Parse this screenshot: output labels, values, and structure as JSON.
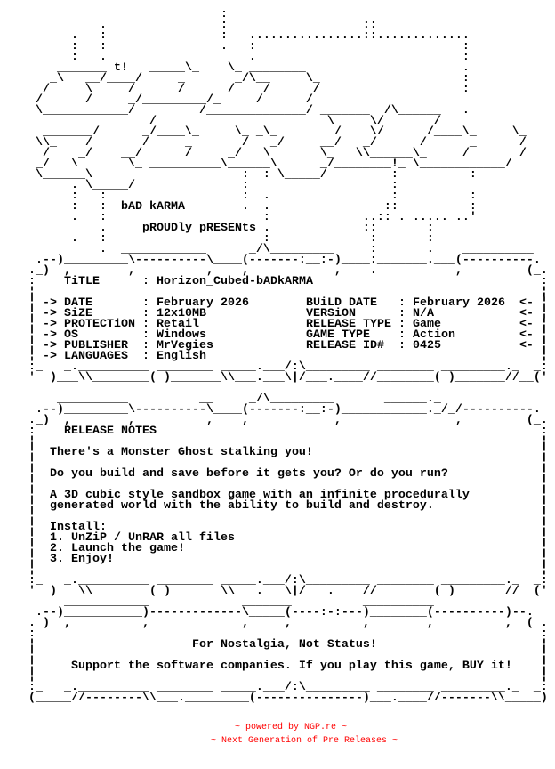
{
  "logo": {
    "art": [
      "                               :",
      "              .                :                   ::",
      "          .   :                :   ................::.............",
      "          :   :                .   :                             :",
      "          :   .          ________  .                             :",
      "        _______ t!   _____\\_    \\_ ________                      .",
      "       _\\   __/____/     _       _/\\__     \\_                    :",
      "      /     \\_    /      /      /    /      /                    :",
      "     /      /     _/_________/_     /      /",
      "     \\____________/         /______________/ _______  /\\______   .",
      "              _______/_   _______    _________\\ _   \\/       /   _______",
      "      _______/      _/____\\_     \\_ _\\_        /    \\/      /____\\_     \\_",
      "     \\\\_    /       /     _       /   _/     __/   _/      /      _      /",
      "      /    _/    __/      /     _/   \\       \\_   \\\\______\\_     /       /",
      "     _/   \\       \\_ __________\\______\\      _/________!_ \\____________/",
      "     \\______\\                     :  : \\_____/         :          :",
      "          . \\_____/               :                    :",
      "          :   :                   :  .                 :          :",
      "          :   :                   .  .                ::          :",
      "          .   :                      :             ..:: . ..... ..'",
      "              .                      .             ::       :",
      "          .   :                      :              :       :",
      "              .  ____________      _/\\_________     :       .    __________"
    ],
    "group": "bAD kARMA",
    "presents": "pROUDly pRESENts"
  },
  "frames": {
    "info": {
      "top": [
        "     .--)_________\\----------\\____(-------:__:-)____:_______.___(----------.",
        "    ._)  ,        ,          ,    ,            ,    .           ,         (_."
      ],
      "side_first": ":",
      "side": "¦",
      "bottom": [
        "    :_   _.__________ ________ _____.___/:\\_________ ________ _________._  _:",
        "    '  )___\\\\________( )_______\\\\___.___\\|/___.____//________( )_______//__('"
      ]
    },
    "notes": {
      "top": [
        "        __________          __     _/\\_________       ______._",
        "     .--)_________\\----------\\____(-------:__:-)____________._/_/----------.",
        "    ._)  ,        ,          ,    ,            ,                ,         (_."
      ],
      "side_first": ":",
      "side": "¦",
      "bottom": [
        "    :_   _.__________ ________ _____.___/:\\_________ ________ _________._  _:",
        "    '  )___\\\\________( )_______\\\\___.___\\|/___.____//________( )_______//__('"
      ]
    },
    "greet": {
      "top": [
        "         ____________             _______          __________",
        "     .--)___________)-------------\\_____(----:-:---)________(----------)--.",
        "    ._)  ,          ,             ,     ,          ,        ,          ,  (_."
      ],
      "side_first": ":",
      "side": "¦",
      "bottom": [
        "    :_   _.__________ ________ _____.___/:\\_________ ________ _________._  _:",
        "    (_____//--------\\\\___._________(---------------)___.____//-------\\\\_____)"
      ]
    }
  },
  "info": {
    "arrow_left": "->",
    "arrow_right": "<-",
    "separator": ":",
    "title_label": "TiTLE",
    "title_value": "Horizon_Cubed-bADkARMA",
    "left": [
      {
        "label": "DATE",
        "value": "February 2026"
      },
      {
        "label": "SiZE",
        "value": "12x10MB"
      },
      {
        "label": "PROTECTiON",
        "value": "Retail"
      },
      {
        "label": "OS",
        "value": "Windows"
      },
      {
        "label": "PUBLISHER",
        "value": "MrVegies"
      },
      {
        "label": "LANGUAGES",
        "value": "English"
      }
    ],
    "right": [
      {
        "label": "BUiLD DATE",
        "value": "February 2026"
      },
      {
        "label": "VERSiON",
        "value": "N/A"
      },
      {
        "label": "RELEASE TYPE",
        "value": "Game"
      },
      {
        "label": "GAME TYPE",
        "value": "Action"
      },
      {
        "label": "RELEASE ID#",
        "value": "0425"
      }
    ]
  },
  "notes": {
    "heading": "RELEASE NOTES",
    "lines": [
      "There's a Monster Ghost stalking you!",
      "Do you build and save before it gets you? Or do you run?",
      "A 3D cubic style sandbox game with an infinite procedurally",
      "generated world with the ability to build and destroy.",
      "Install:",
      "1. UnZiP / UnRAR all files",
      "2. Launch the game!",
      "3. Enjoy!"
    ]
  },
  "greet": {
    "motto": "For Nostalgia, Not Status!",
    "support": "Support the software companies. If you play this game, BUY it!"
  },
  "footer": {
    "powered": "~ powered by NGP.re ~",
    "tagline": "~ Next Generation of Pre Releases ~",
    "color": "#ff0000"
  }
}
